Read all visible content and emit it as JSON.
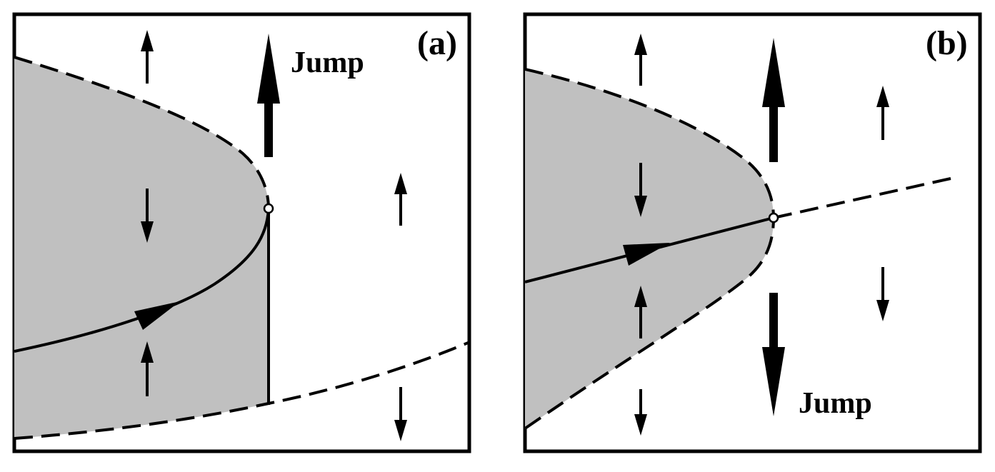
{
  "panels": [
    {
      "id": "a",
      "label": "(a)",
      "jump_label": "Jump",
      "jump_direction": "up"
    },
    {
      "id": "b",
      "label": "(b)",
      "jump_label": "Jump",
      "jump_direction": "down"
    }
  ],
  "colors": {
    "stable_region": "#c0c0c0",
    "stroke": "#000000",
    "background": "#ffffff",
    "fold_point_fill": "#ffffff"
  }
}
